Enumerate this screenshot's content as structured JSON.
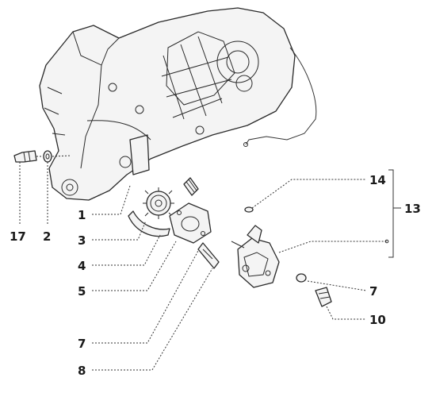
{
  "labels": {
    "p1": "1",
    "p2": "2",
    "p3": "3",
    "p4": "4",
    "p5": "5",
    "p7a": "7",
    "p7b": "7",
    "p8": "8",
    "p10": "10",
    "p13": "13",
    "p14": "14",
    "p17": "17"
  }
}
